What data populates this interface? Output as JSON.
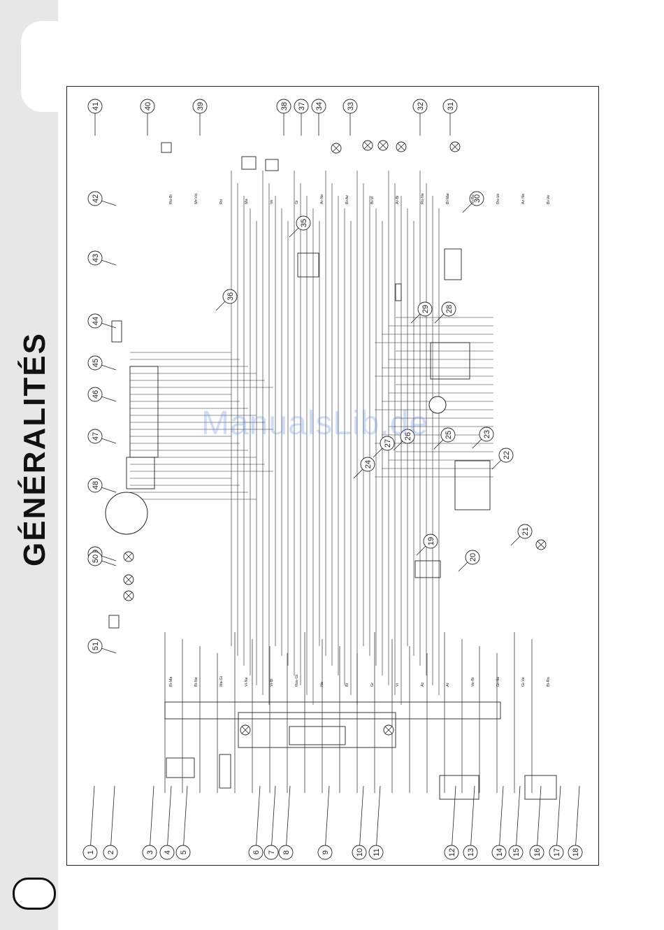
{
  "section_title": "GÉNÉRALITÉS",
  "watermark": "ManualsLib.de",
  "callouts": {
    "top": [
      "41",
      "40",
      "39",
      "38",
      "37",
      "34",
      "33",
      "32",
      "31"
    ],
    "upper": [
      "42",
      "43",
      "44",
      "45",
      "46",
      "47",
      "48",
      "49",
      "50",
      "51"
    ],
    "right": [
      "30",
      "29",
      "28",
      "23",
      "22",
      "21",
      "20",
      "19",
      "25",
      "26",
      "27",
      "24",
      "36",
      "35"
    ],
    "bottom": [
      "1",
      "2",
      "3",
      "4",
      "5",
      "6",
      "7",
      "8",
      "9",
      "10",
      "11",
      "12",
      "13",
      "14",
      "15",
      "16",
      "17",
      "18"
    ]
  },
  "wire_codes": [
    "Bi-Ma",
    "Bi-Ne",
    "Ma-Gi",
    "Vi-Ne",
    "Vi-Bi",
    "Ros-Gi",
    "Ne",
    "Bi",
    "Gr",
    "Vi",
    "Az",
    "Ar",
    "Ve-Bi",
    "Gi-Ne",
    "Gi-Ve",
    "Bi-Ro",
    "Ro-Bi",
    "Mr-Vd",
    "Ro",
    "Ma",
    "Ve",
    "Gi",
    "Ar-Ne",
    "Bi-Az",
    "Bi-Vi",
    "Ar-Bi",
    "Ro-Ne",
    "Bi-Mar",
    "Vi-Ro",
    "Ro-Ve",
    "Az-Ne",
    "Bi-Ve"
  ],
  "colors": {
    "ink": "#222222",
    "band": "#e7e7e7",
    "watermark": "#6e96e6"
  }
}
